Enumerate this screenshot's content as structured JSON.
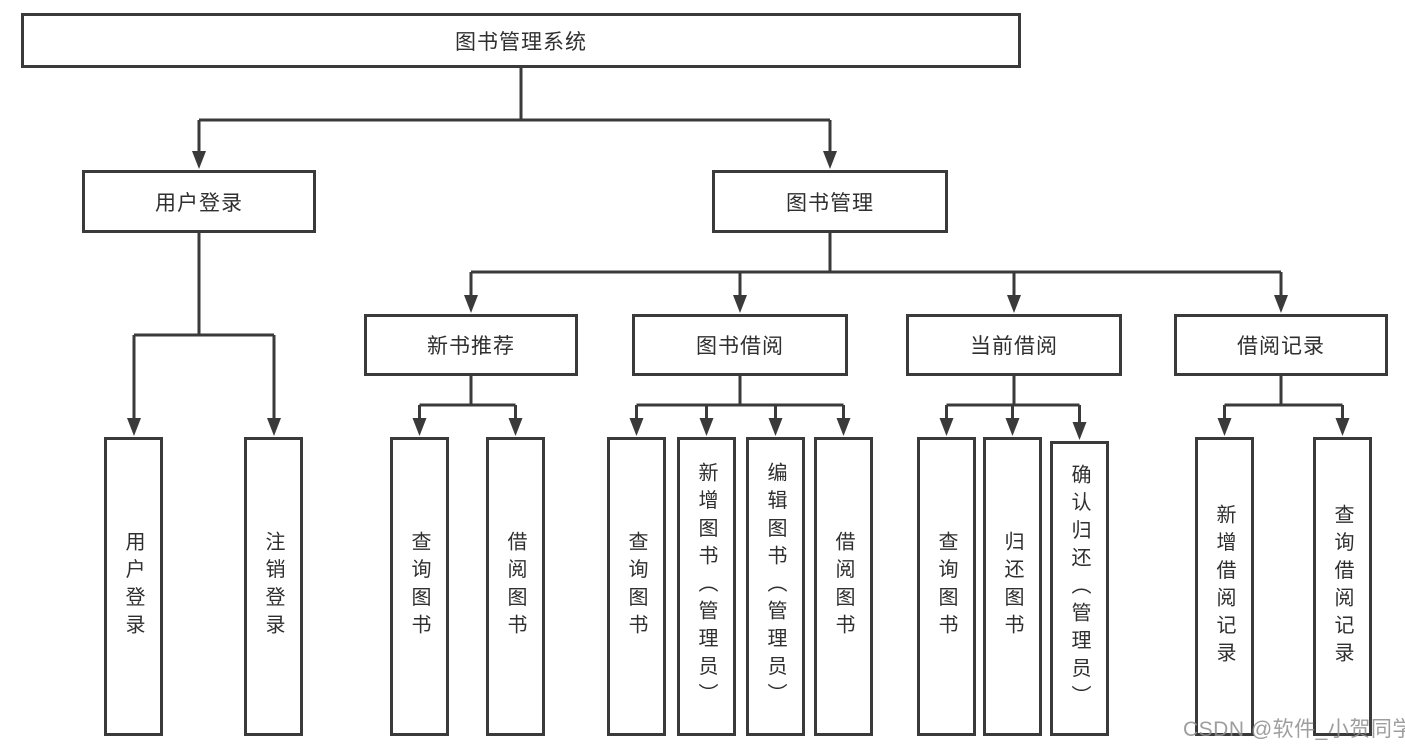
{
  "title": "图书管理系统",
  "watermark": "CSDN @软件_小贺同学",
  "colors": {
    "background": "#ffffff",
    "line": "#3a3a3a",
    "box_border": "#3a3a3a",
    "text": "#2f2f2f",
    "watermark": "#919191"
  },
  "nodes": {
    "root": {
      "label": "图书管理系统"
    },
    "user_login": {
      "label": "用户登录"
    },
    "book_mgmt": {
      "label": "图书管理"
    },
    "new_book_rec": {
      "label": "新书推荐"
    },
    "book_borrow": {
      "label": "图书借阅"
    },
    "current_borrow": {
      "label": "当前借阅"
    },
    "borrow_records": {
      "label": "借阅记录"
    },
    "leaf_user_login": {
      "label": "用户登录"
    },
    "leaf_logout": {
      "label": "注销登录"
    },
    "leaf_query_books_1": {
      "label": "查询图书"
    },
    "leaf_borrow_books_1": {
      "label": "借阅图书"
    },
    "leaf_query_books_2": {
      "label": "查询图书"
    },
    "leaf_add_books": {
      "label": "新增图书（管理员）"
    },
    "leaf_edit_books": {
      "label": "编辑图书（管理员）"
    },
    "leaf_borrow_books_2": {
      "label": "借阅图书"
    },
    "leaf_query_books_3": {
      "label": "查询图书"
    },
    "leaf_return_books": {
      "label": "归还图书"
    },
    "leaf_confirm_return": {
      "label": "确认归还（管理员）"
    },
    "leaf_add_borrow_record": {
      "label": "新增借阅记录"
    },
    "leaf_query_borrow_record": {
      "label": "查询借阅记录"
    }
  },
  "edges": [
    [
      "root",
      "user_login"
    ],
    [
      "root",
      "book_mgmt"
    ],
    [
      "user_login",
      "leaf_user_login"
    ],
    [
      "user_login",
      "leaf_logout"
    ],
    [
      "book_mgmt",
      "new_book_rec"
    ],
    [
      "book_mgmt",
      "book_borrow"
    ],
    [
      "book_mgmt",
      "current_borrow"
    ],
    [
      "book_mgmt",
      "borrow_records"
    ],
    [
      "new_book_rec",
      "leaf_query_books_1"
    ],
    [
      "new_book_rec",
      "leaf_borrow_books_1"
    ],
    [
      "book_borrow",
      "leaf_query_books_2"
    ],
    [
      "book_borrow",
      "leaf_add_books"
    ],
    [
      "book_borrow",
      "leaf_edit_books"
    ],
    [
      "book_borrow",
      "leaf_borrow_books_2"
    ],
    [
      "current_borrow",
      "leaf_query_books_3"
    ],
    [
      "current_borrow",
      "leaf_return_books"
    ],
    [
      "current_borrow",
      "leaf_confirm_return"
    ],
    [
      "borrow_records",
      "leaf_add_borrow_record"
    ],
    [
      "borrow_records",
      "leaf_query_borrow_record"
    ]
  ]
}
